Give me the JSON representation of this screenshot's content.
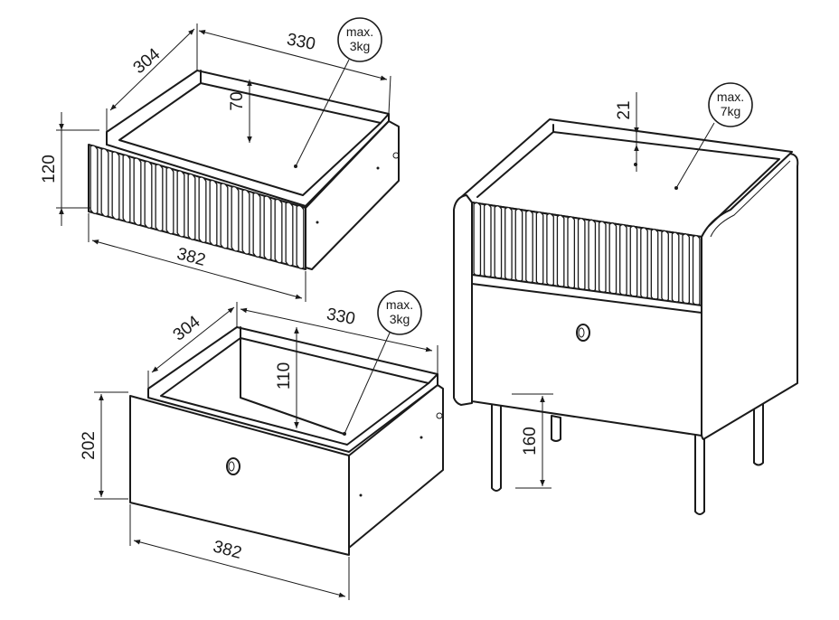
{
  "drawer_top": {
    "width_label": "330",
    "depth_label": "304",
    "inner_height_label": "70",
    "front_height_label": "120",
    "front_width_label": "382",
    "load_badge": {
      "line1": "max.",
      "line2": "3kg"
    }
  },
  "drawer_bottom": {
    "width_label": "330",
    "depth_label": "304",
    "inner_height_label": "110",
    "front_height_label": "202",
    "front_width_label": "382",
    "load_badge": {
      "line1": "max.",
      "line2": "3kg"
    }
  },
  "nightstand": {
    "top_recess_label": "21",
    "leg_height_label": "160",
    "load_badge": {
      "line1": "max.",
      "line2": "7kg"
    }
  },
  "colors": {
    "line": "#1a1a1a",
    "background": "#ffffff"
  }
}
